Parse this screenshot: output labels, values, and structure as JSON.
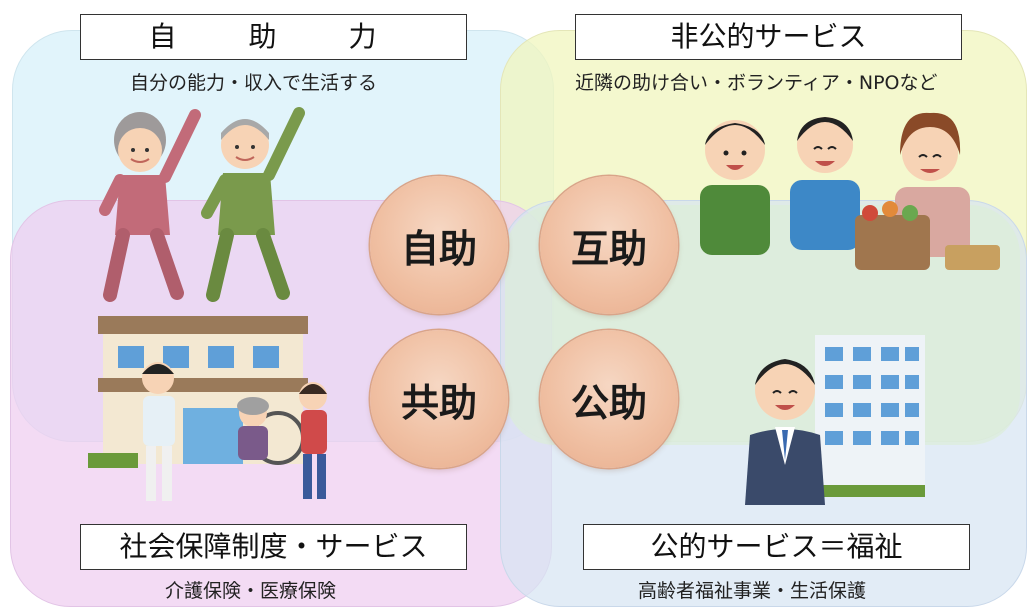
{
  "regions": {
    "self_help": {
      "title": "自　助　力",
      "subtitle": "自分の能力・収入で生活する"
    },
    "mutual_help": {
      "title": "非公的サービス",
      "subtitle": "近隣の助け合い・ボランティア・NPOなど"
    },
    "community": {
      "title": "社会保障制度・サービス",
      "subtitle": "介護保険・医療保険"
    },
    "public_help": {
      "title": "公的サービス＝福祉",
      "subtitle": "高齢者福祉事業・生活保護"
    }
  },
  "circles": {
    "jijo": "自助",
    "gojo": "互助",
    "kyojo": "共助",
    "kojo": "公助"
  },
  "colors": {
    "self_help_bg": "#d7f0fa",
    "mutual_help_bg": "#f0f5be",
    "community_bg": "#eecdf0",
    "public_help_bg": "#d7e4f2",
    "circle_fill": "#f0c0a3"
  }
}
